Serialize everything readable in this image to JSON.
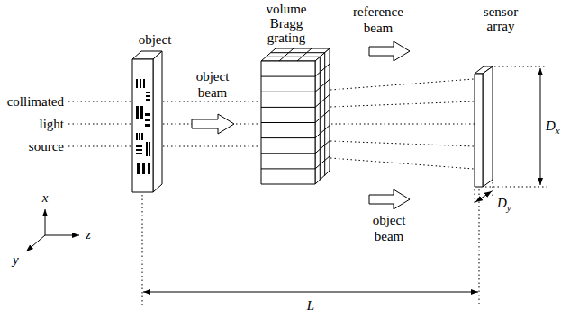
{
  "diagram": {
    "nodes": [
      {
        "text": [
          "object"
        ]
      },
      {
        "text": [
          "volume Bragg grating"
        ]
      },
      {
        "text": [
          "sensor array"
        ]
      }
    ],
    "edges": [
      {
        "from": 0,
        "to": 1,
        "arrow": "none"
      },
      {
        "from": 1,
        "to": 2,
        "arrow": "none"
      }
    ],
    "labels": [
      "collimated light source",
      "object beam",
      "reference beam",
      "object beam",
      "Dx",
      "Dy",
      "L",
      "x",
      "y",
      "z"
    ]
  }
}
